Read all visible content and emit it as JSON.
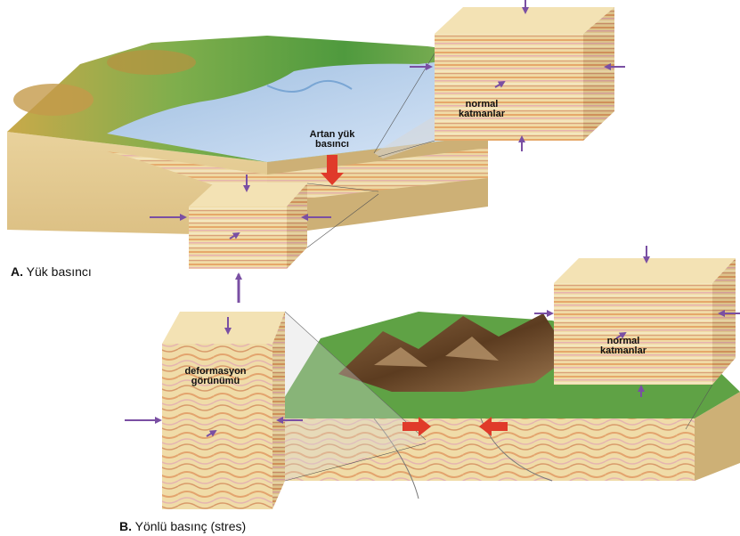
{
  "panel_a": {
    "caption_letter": "A.",
    "caption_text": "Yük basıncı",
    "label_increasing_load_line1": "Artan yük",
    "label_increasing_load_line2": "basıncı",
    "label_normal_line1": "normal",
    "label_normal_line2": "katmanlar"
  },
  "panel_b": {
    "caption_letter": "B.",
    "caption_text": "Yönlü basınç (stres)",
    "label_deformation_line1": "deformasyon",
    "label_deformation_line2": "görünümü",
    "label_normal_line1": "normal",
    "label_normal_line2": "katmanlar"
  },
  "colors": {
    "sediment_tan": "#e8cf95",
    "layer_orange": "#e6a86a",
    "layer_pink": "#e7b2b0",
    "water_blue": "#bcd4f0",
    "land_green": "#6fa84a",
    "mountain_brown": "#6b4a2a",
    "arrow_purple": "#7a4fa3",
    "arrow_red": "#e03a2a"
  }
}
